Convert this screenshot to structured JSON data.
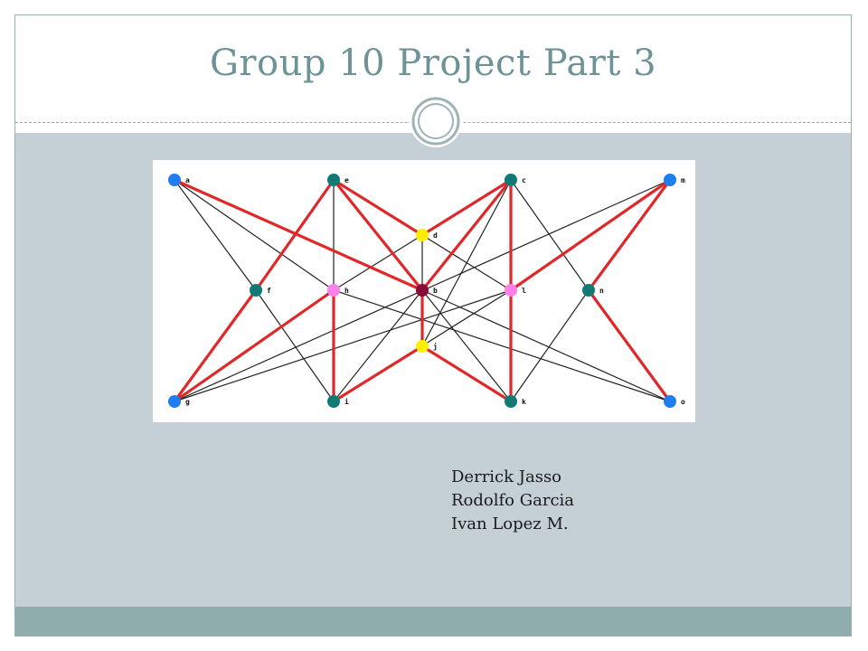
{
  "slide": {
    "title": "Group 10 Project Part 3",
    "authors": [
      "Derrick Jasso",
      "Rodolfo Garcia",
      "Ivan Lopez M."
    ]
  },
  "colors": {
    "title": "#6e9396",
    "panel": "#c5d0d6",
    "footer": "#8fadac",
    "red_edge": "#e0282a",
    "black_edge": "#222222",
    "blue_node": "#1e7ef0",
    "teal_node": "#127a74",
    "yellow_node": "#ffee00",
    "pink_node": "#ff80e8",
    "maroon_node": "#8a0a3a"
  },
  "graph": {
    "nodes": [
      {
        "id": "a",
        "label": "a",
        "color": "blue"
      },
      {
        "id": "e",
        "label": "e",
        "color": "teal"
      },
      {
        "id": "c",
        "label": "c",
        "color": "teal"
      },
      {
        "id": "m",
        "label": "m",
        "color": "blue"
      },
      {
        "id": "d",
        "label": "d",
        "color": "yellow"
      },
      {
        "id": "f",
        "label": "f",
        "color": "teal"
      },
      {
        "id": "h",
        "label": "h",
        "color": "pink"
      },
      {
        "id": "b",
        "label": "b",
        "color": "maroon"
      },
      {
        "id": "l",
        "label": "l",
        "color": "pink"
      },
      {
        "id": "n",
        "label": "n",
        "color": "teal"
      },
      {
        "id": "j",
        "label": "j",
        "color": "yellow"
      },
      {
        "id": "g",
        "label": "g",
        "color": "blue"
      },
      {
        "id": "i",
        "label": "i",
        "color": "teal"
      },
      {
        "id": "k",
        "label": "k",
        "color": "teal"
      },
      {
        "id": "o",
        "label": "o",
        "color": "blue"
      }
    ],
    "red_edges": [
      [
        "a",
        "b"
      ],
      [
        "e",
        "d"
      ],
      [
        "d",
        "c"
      ],
      [
        "e",
        "f"
      ],
      [
        "f",
        "g"
      ],
      [
        "g",
        "h"
      ],
      [
        "h",
        "i"
      ],
      [
        "e",
        "b"
      ],
      [
        "b",
        "c"
      ],
      [
        "c",
        "l"
      ],
      [
        "l",
        "m"
      ],
      [
        "m",
        "n"
      ],
      [
        "n",
        "o"
      ],
      [
        "b",
        "j"
      ],
      [
        "i",
        "j"
      ],
      [
        "j",
        "k"
      ],
      [
        "k",
        "l"
      ]
    ],
    "black_edges": [
      [
        "a",
        "f"
      ],
      [
        "f",
        "i"
      ],
      [
        "a",
        "h"
      ],
      [
        "h",
        "o"
      ],
      [
        "e",
        "h"
      ],
      [
        "h",
        "d"
      ],
      [
        "e",
        "l"
      ],
      [
        "c",
        "n"
      ],
      [
        "c",
        "j"
      ],
      [
        "d",
        "j"
      ],
      [
        "b",
        "o"
      ],
      [
        "b",
        "i"
      ],
      [
        "b",
        "k"
      ],
      [
        "g",
        "m"
      ],
      [
        "i",
        "l"
      ],
      [
        "n",
        "k"
      ],
      [
        "g",
        "l"
      ]
    ]
  }
}
